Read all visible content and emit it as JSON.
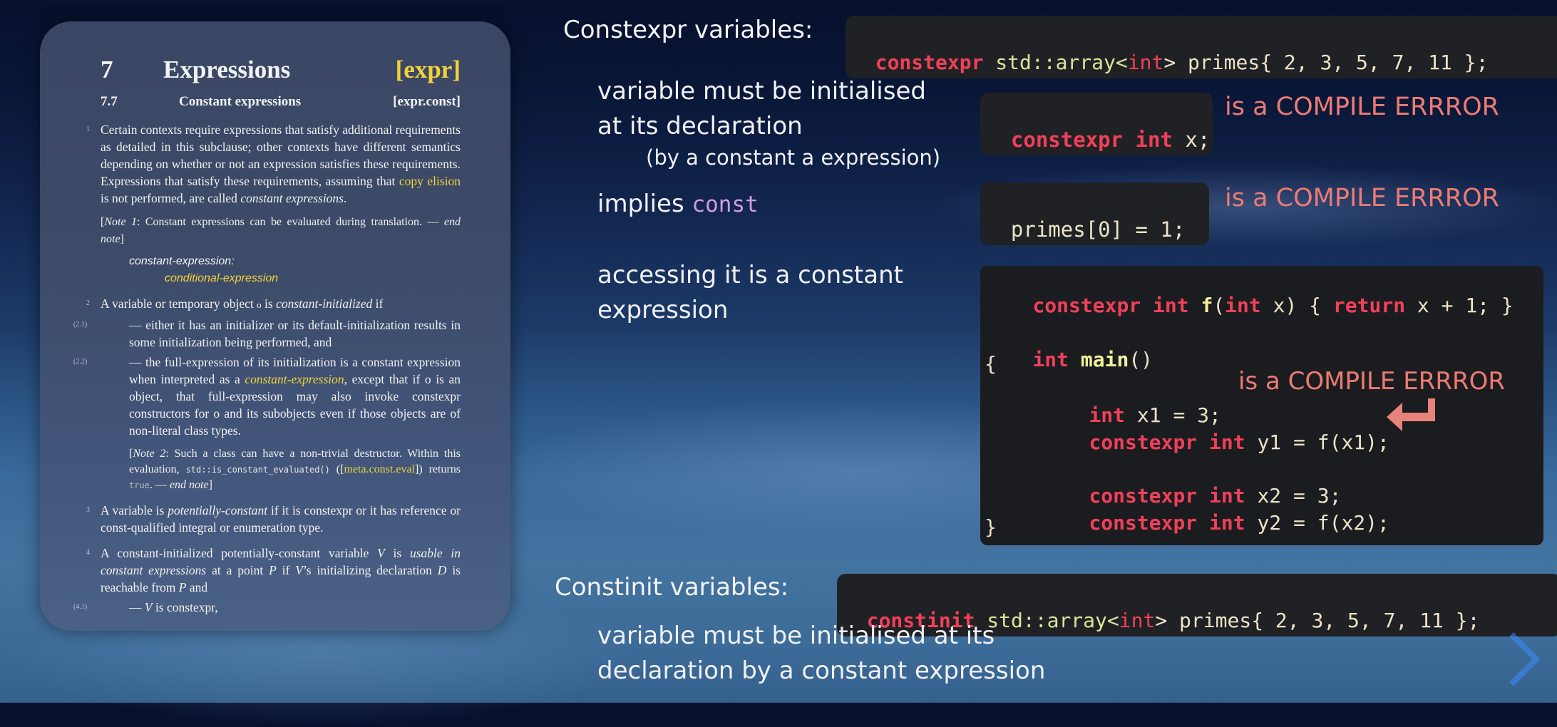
{
  "doc": {
    "chapter_num": "7",
    "chapter_title": "Expressions",
    "chapter_tag": "[expr]",
    "section_num": "7.7",
    "section_title": "Constant expressions",
    "section_tag": "[expr.const]",
    "p1_num": "1",
    "p1_text_a": "Certain contexts require expressions that satisfy additional requirements as detailed in this subclause; other contexts have different semantics depending on whether or not an expression satisfies these requirements. Expressions that satisfy these requirements, assuming that ",
    "p1_link": "copy elision",
    "p1_text_b": " is not performed, are called ",
    "p1_term": "constant expressions",
    "p1_end": ".",
    "note1_a": "[",
    "note1_b": "Note 1",
    "note1_c": ": Constant expressions can be evaluated during translation. — ",
    "note1_d": "end note",
    "note1_e": "]",
    "grammar_lhs": "constant-expression:",
    "grammar_rhs": "conditional-expression",
    "p2_num": "2",
    "p2_a": "A variable or temporary object ",
    "p2_o": "o",
    "p2_b": " is ",
    "p2_term": "constant-initialized",
    "p2_c": " if",
    "s21_num": "(2.1)",
    "s21_text": "— either it has an initializer or its default-initialization results in some initialization being performed, and",
    "s22_num": "(2.2)",
    "s22_a": "— the full-expression of its initialization is a constant expression when interpreted as a ",
    "s22_link": "constant-expression",
    "s22_b": ", except that if o is an object, that full-expression may also invoke constexpr constructors for o and its subobjects even if those objects are of non-literal class types.",
    "note2_a": "[",
    "note2_b": "Note 2",
    "note2_c": ": Such a class can have a non-trivial destructor. Within this evaluation, ",
    "note2_code": "std::is_constant_evaluated()",
    "note2_d": " ([",
    "note2_link": "meta.const.eval",
    "note2_e": "]) returns ",
    "note2_true": "true",
    "note2_f": ". — ",
    "note2_g": "end note",
    "note2_h": "]",
    "p3_num": "3",
    "p3_a": "A variable is ",
    "p3_term": "potentially-constant",
    "p3_b": " if it is constexpr or it has reference or const-qualified integral or enumeration type.",
    "p4_num": "4",
    "p4_a": "A constant-initialized potentially-constant variable ",
    "p4_V": "V",
    "p4_b": " is ",
    "p4_term": "usable in constant expressions",
    "p4_c": " at a point ",
    "p4_P": "P",
    "p4_d": " if ",
    "p4_V2": "V",
    "p4_e": "’s initializing declaration ",
    "p4_D": "D",
    "p4_f": " is reachable from ",
    "p4_P2": "P",
    "p4_g": " and",
    "s41_num": "(4.1)",
    "s41_a": "— ",
    "s41_V": "V",
    "s41_b": " is constexpr,"
  },
  "slide": {
    "constexpr_label": "Constexpr variables:",
    "constexpr_decl": {
      "kw": "constexpr",
      "t1": "std::",
      "t2": "array<",
      "t3": "int",
      "t4": "> primes{ 2, 3, 5, 7, 11 };"
    },
    "bullet1_line1": "variable must be initialised",
    "bullet1_line2": "at its declaration",
    "bullet1_line3": "(by a constant a expression)",
    "code1": {
      "kw": "constexpr",
      "ty": "int",
      "rest": " x;"
    },
    "error1": "is a COMPILE ERRROR",
    "bullet2_a": "implies ",
    "bullet2_const": "const",
    "code2": "primes[0] = 1;",
    "error2": "is a COMPILE ERRROR",
    "bullet3_line1": "accessing it is a constant",
    "bullet3_line2": "expression",
    "codebox": {
      "l1_kw": "constexpr",
      "l1_ty": "int",
      "l1_fn": "f",
      "l1_p1": "(",
      "l1_ty2": "int",
      "l1_p2": " x) { ",
      "l1_ret": "return",
      "l1_p3": " x + 1; }",
      "l3_ty": "int",
      "l3_fn": "main",
      "l3_p": "()",
      "l4": "{",
      "l5_ty": "int",
      "l5_p": " x1 = 3;",
      "l6_kw": "constexpr",
      "l6_ty": "int",
      "l6_p": " y1 = f(x1);",
      "l8_kw": "constexpr",
      "l8_ty": "int",
      "l8_p": " x2 = 3;",
      "l9_kw": "constexpr",
      "l9_ty": "int",
      "l9_p": " y2 = f(x2);",
      "l10": "}",
      "error": "is a COMPILE ERRROR"
    },
    "constinit_label": "Constinit variables:",
    "constinit_decl": {
      "kw": "constinit",
      "t1": "std::",
      "t2": "array<",
      "t3": "int",
      "t4": "> primes{ 2, 3, 5, 7, 11 };"
    },
    "bullet4_line1": "variable must be initialised at its",
    "bullet4_line2": "declaration by a constant expression"
  }
}
